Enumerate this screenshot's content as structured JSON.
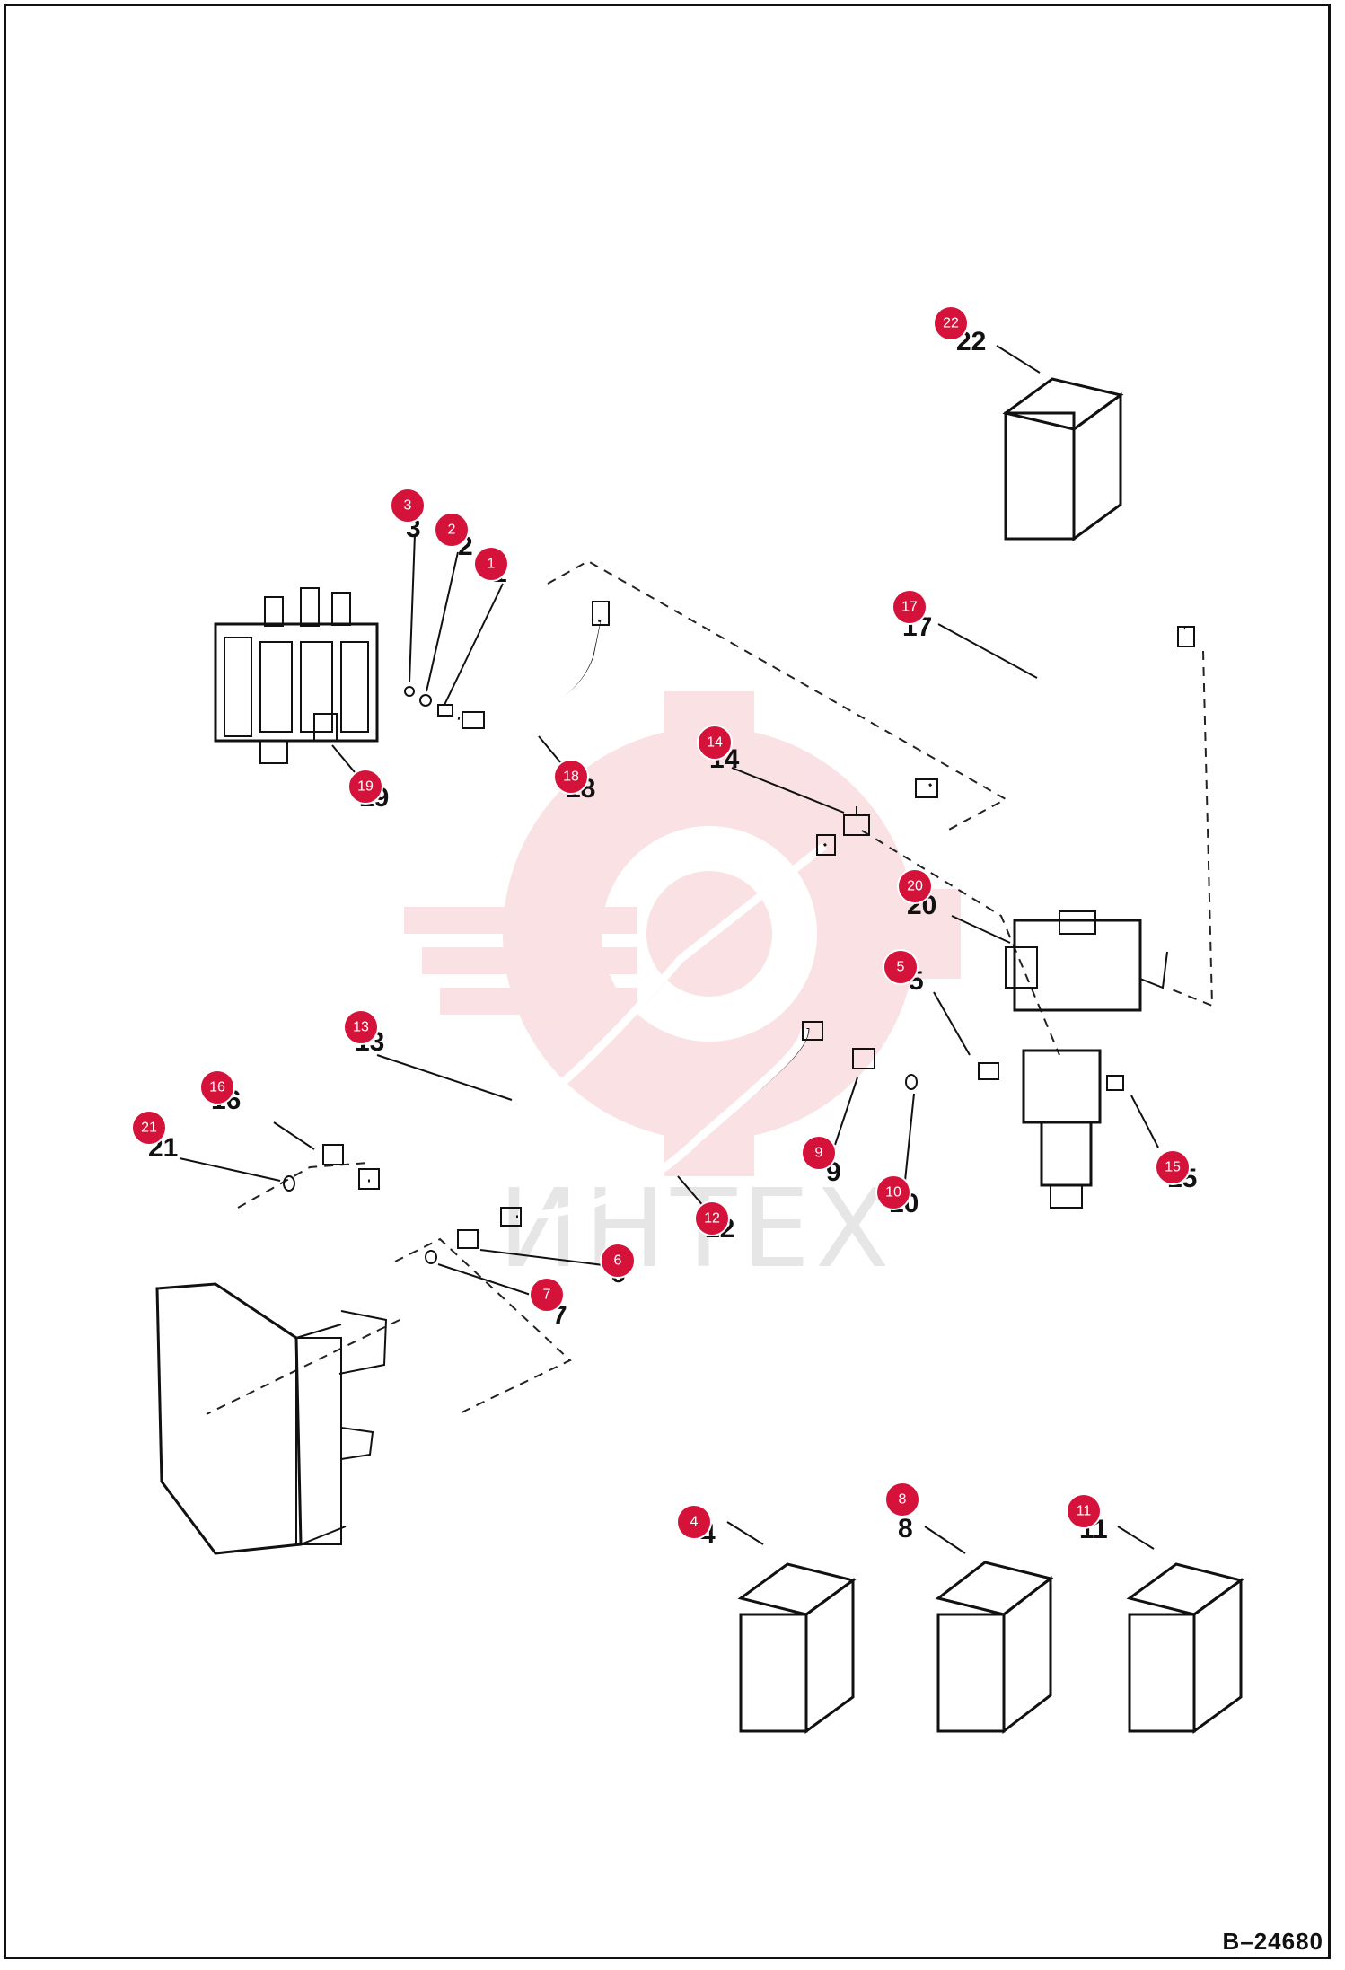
{
  "drawing_number": "B–24680",
  "watermark": {
    "text": "ИНТЕХ",
    "color": "#f3c2c8"
  },
  "colors": {
    "badge": "#d4123a",
    "line": "#111111"
  },
  "parts": [
    {
      "badge": "1",
      "label": "1"
    },
    {
      "badge": "2",
      "label": "2"
    },
    {
      "badge": "3",
      "label": "3"
    },
    {
      "badge": "4",
      "label": "4"
    },
    {
      "badge": "5",
      "label": "5"
    },
    {
      "badge": "6",
      "label": "6"
    },
    {
      "badge": "7",
      "label": "7"
    },
    {
      "badge": "8",
      "label": "8"
    },
    {
      "badge": "9",
      "label": "9"
    },
    {
      "badge": "10",
      "label": "10"
    },
    {
      "badge": "11",
      "label": "11"
    },
    {
      "badge": "12",
      "label": "12"
    },
    {
      "badge": "13",
      "label": "13"
    },
    {
      "badge": "14",
      "label": "14"
    },
    {
      "badge": "15",
      "label": "15"
    },
    {
      "badge": "16",
      "label": "16"
    },
    {
      "badge": "17",
      "label": "17"
    },
    {
      "badge": "18",
      "label": "18"
    },
    {
      "badge": "19",
      "label": "19"
    },
    {
      "badge": "20",
      "label": "20"
    },
    {
      "badge": "21",
      "label": "21"
    },
    {
      "badge": "22",
      "label": "22"
    }
  ]
}
